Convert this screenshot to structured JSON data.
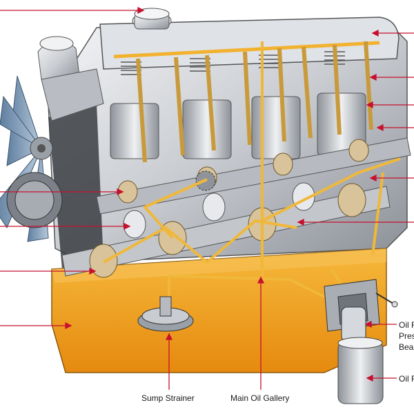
{
  "labels": {
    "sump_strainer": "Sump Strainer",
    "main_oil_gallery": "Main Oil Gallery",
    "oil_filter_cut_1": "Oil F",
    "oil_filter_cut_2": "Pres",
    "oil_filter_cut_3": "Bea",
    "oil_filter_bottom_cut": "Oil F"
  },
  "colors": {
    "oil": "#f0a21a",
    "oil_line": "#e8b93a",
    "leader": "#c8102e",
    "metal": "#c9ccd1",
    "metal_dark": "#6f747b",
    "pulley": "#d8c39a"
  }
}
